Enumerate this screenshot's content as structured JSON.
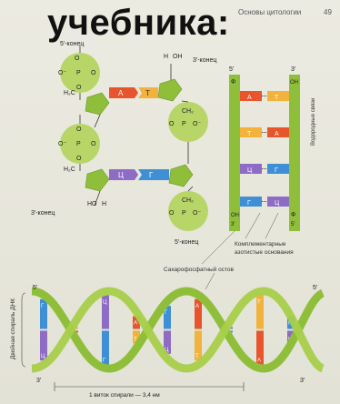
{
  "header": {
    "overlay_title": "учебника:",
    "running_head": "Основы цитологии",
    "page_number": "49"
  },
  "chemical_structure": {
    "left_strand": {
      "top_end_label": "5'-конец",
      "bottom_end_label": "3'-конец",
      "phosphate_oxygens": [
        "O⁻",
        "O",
        "O⁻",
        "O"
      ],
      "phosphate_atom": "P",
      "ch2_label": "H₂C",
      "hydroxyl": "HO",
      "hydrogen": "H"
    },
    "right_strand": {
      "top_end_label": "3'-конец",
      "bottom_end_label": "5'-конец",
      "top_oh": "OH",
      "top_h": "H",
      "ch2_label": "CH₂"
    },
    "base_pairs": [
      {
        "left": "А",
        "right": "Т",
        "left_color": "#e8542b",
        "right_color": "#f2b23b"
      },
      {
        "left": "Ц",
        "right": "Г",
        "left_color": "#8e6bc4",
        "right_color": "#3f8fd6"
      }
    ]
  },
  "ladder": {
    "top_left": "5'",
    "top_right": "3'",
    "phi_label": "Ф",
    "oh_label": "OH",
    "bottom_left": "OH\n3'",
    "bottom_right": "Ф\n5'",
    "rungs": [
      {
        "left": "А",
        "right": "Т"
      },
      {
        "left": "Т",
        "right": "А"
      },
      {
        "left": "Ц",
        "right": "Г"
      },
      {
        "left": "Г",
        "right": "Ц"
      }
    ],
    "hydrogen_bonds_label": "Водородные связи",
    "complementary_label_line1": "Комплементарные",
    "complementary_label_line2": "азотистые основания",
    "backbone_label": "Сахарофосфатный остов"
  },
  "helix": {
    "side_label": "Двойная спираль ДНК",
    "top_left": "5'",
    "top_right": "5'",
    "bottom_left": "3'",
    "bottom_right": "3'",
    "turn_label": "1 виток спирали — 3,4 нм",
    "bases": [
      "Г",
      "Ц",
      "Т",
      "А",
      "Ц",
      "Г",
      "А",
      "Т",
      "Г",
      "Ц",
      "А",
      "Т",
      "Ц",
      "Г",
      "Т",
      "А",
      "Г",
      "Ц"
    ]
  },
  "colors": {
    "adenine": "#e8542b",
    "thymine": "#f2b23b",
    "cytosine": "#8e6bc4",
    "guanine": "#3f8fd6",
    "backbone_green": "#8fbf3a",
    "phosphate_green": "#b3d45a"
  }
}
